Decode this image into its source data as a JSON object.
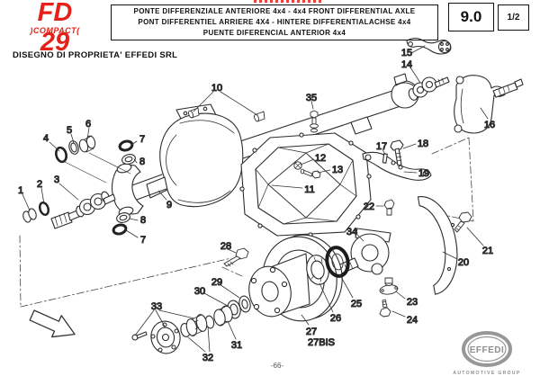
{
  "header": {
    "model_code": "FD 29",
    "model_sub": ")COMPACT(",
    "title_lines": [
      "PONTE DIFFERENZIALE ANTERIORE 4x4 - 4x4 FRONT DIFFERENTIAL AXLE",
      "PONT DIFFERENTIEL ARRIERE 4X4 - HINTERE DIFFERENTIALACHSE 4x4",
      "PUENTE DIFERENCIAL ANTERIOR 4x4"
    ],
    "section_number": "9.0",
    "sheet": "1/2"
  },
  "property_note": "DISEGNO DI PROPRIETA' EFFEDI SRL",
  "footer": {
    "page_number": "-66-",
    "brand": "EFFEDI",
    "brand_sub": "AUTOMOTIVE GROUP"
  },
  "colors": {
    "accent_red": "#e32119",
    "ink": "#2d2d2d",
    "brand_gray": "#8f8f8f"
  },
  "diagram": {
    "type": "exploded-parts-diagram",
    "subject": "4x4 front differential axle",
    "callouts": {
      "c1": "1",
      "c2": "2",
      "c3": "3",
      "c4": "4",
      "c5": "5",
      "c6": "6",
      "c7a": "7",
      "c7b": "7",
      "c8a": "8",
      "c8b": "8",
      "c9": "9",
      "c10": "10",
      "c11": "11",
      "c12": "12",
      "c13": "13",
      "c14": "14",
      "c15": "15",
      "c16": "16",
      "c17": "17",
      "c18": "18",
      "c19": "19",
      "c20": "20",
      "c21": "21",
      "c22": "22",
      "c23": "23",
      "c24": "24",
      "c25": "25",
      "c26": "26",
      "c27": "27",
      "c27bis": "27BIS",
      "c28": "28",
      "c29": "29",
      "c30": "30",
      "c31": "31",
      "c32": "32",
      "c33": "33",
      "c34": "34",
      "c35": "35"
    }
  }
}
